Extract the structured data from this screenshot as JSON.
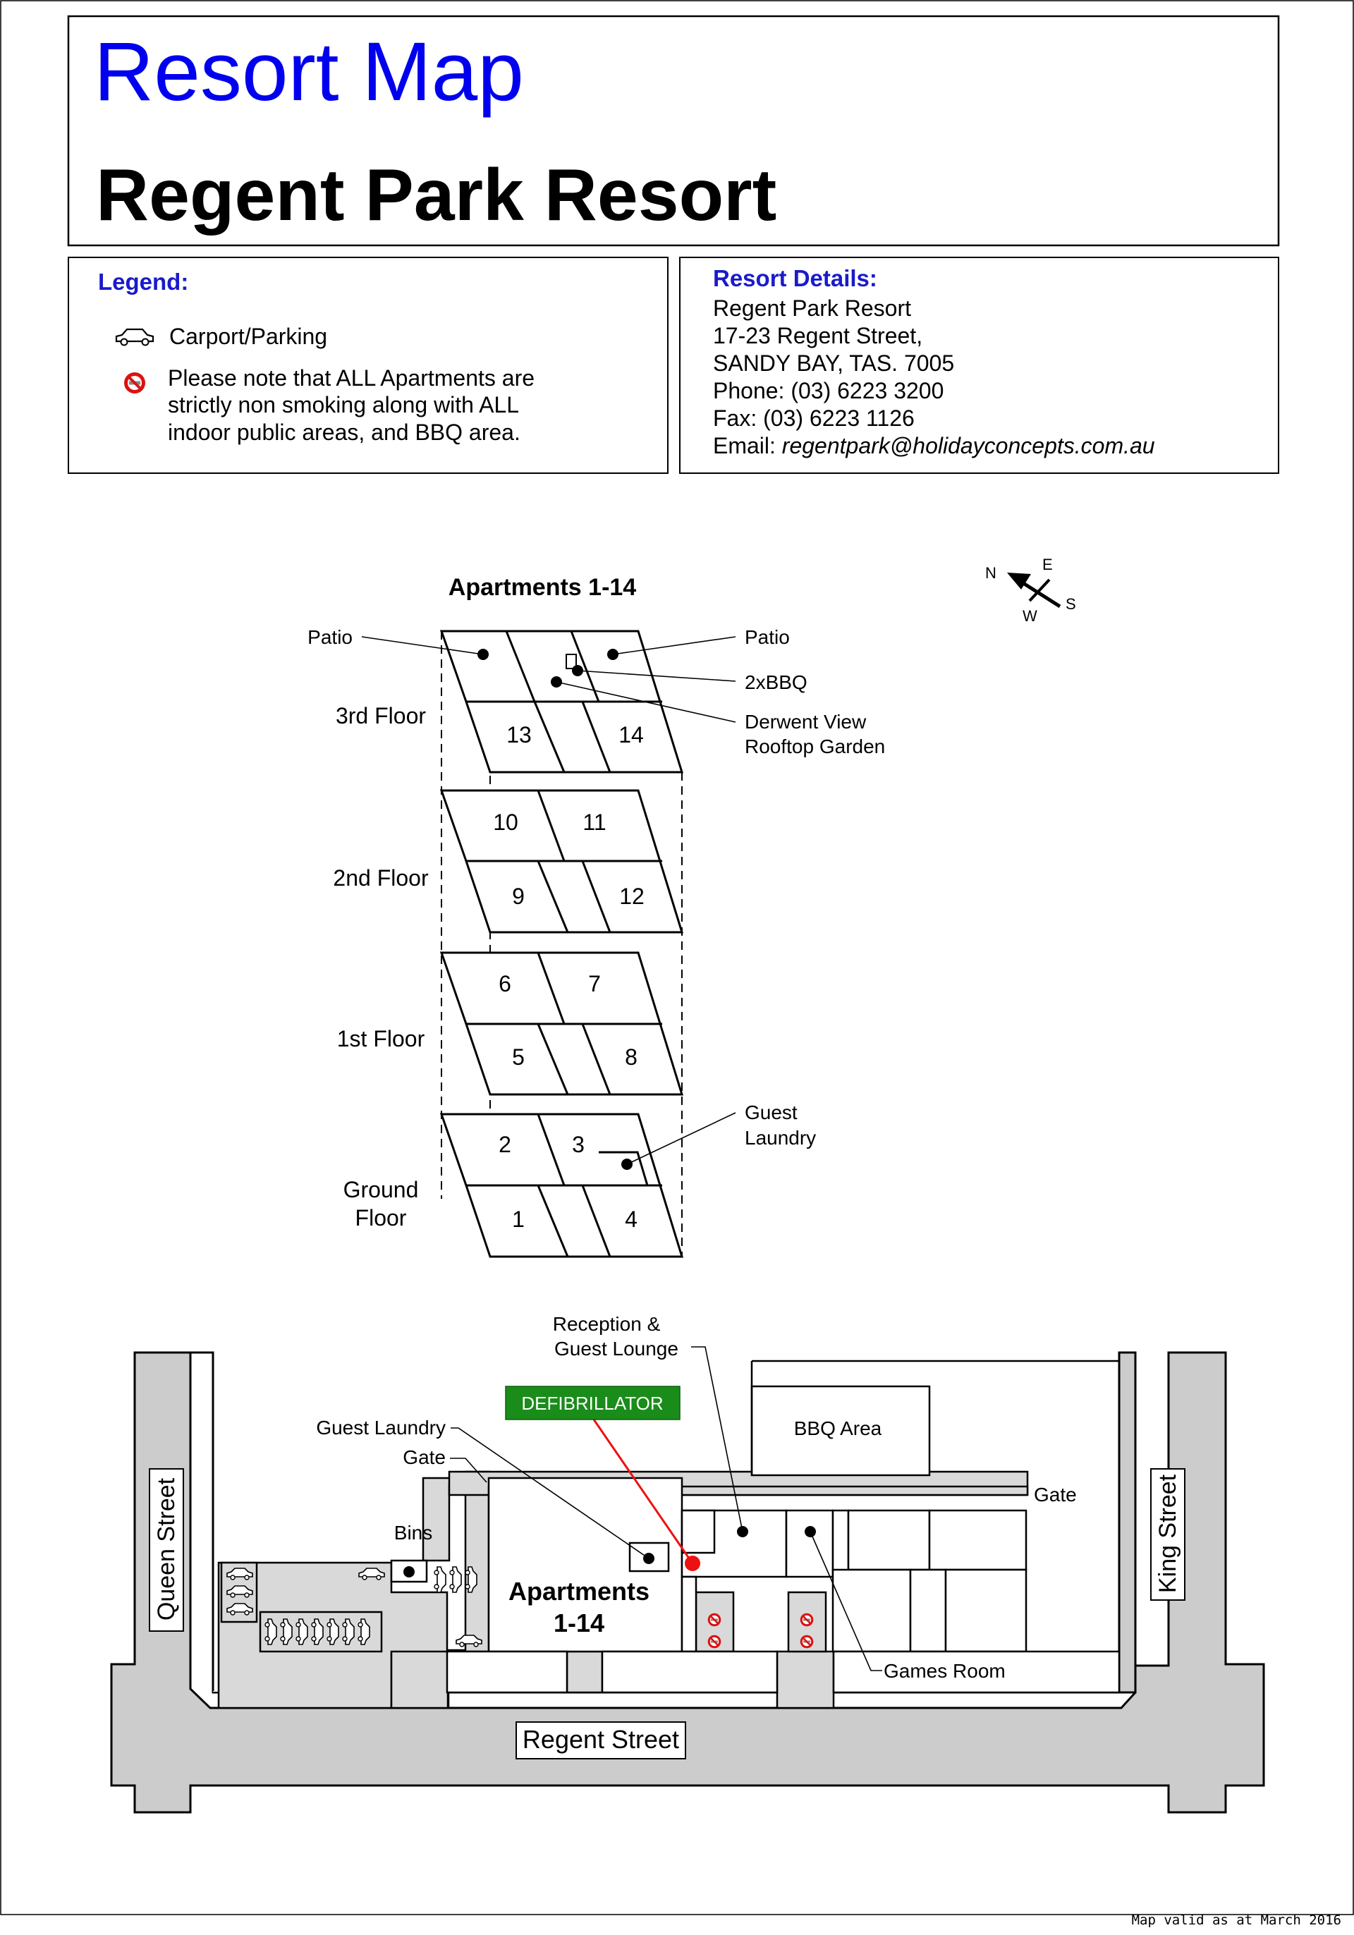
{
  "header": {
    "title": "Resort Map",
    "subtitle": "Regent Park Resort"
  },
  "legend": {
    "heading": "Legend:",
    "parking_label": "Carport/Parking",
    "note_lines": [
      "Please note that ALL Apartments are",
      "strictly non smoking along with ALL",
      "indoor public areas,  and BBQ area."
    ],
    "icons": [
      "car-icon",
      "no-smoking-icon"
    ]
  },
  "resort_details": {
    "heading": "Resort Details:",
    "name": "Regent Park Resort",
    "street": "17-23 Regent Street,",
    "town": "SANDY BAY, TAS. 7005",
    "phone": "Phone: (03) 6223 3200",
    "fax": "Fax: (03) 6223 1126",
    "email_label": "Email: ",
    "email": "regentpark@holidayconcepts.com.au"
  },
  "compass": {
    "n": "N",
    "e": "E",
    "s": "S",
    "w": "W"
  },
  "apartments_diagram": {
    "title": "Apartments 1-14",
    "floors": {
      "third": "3rd Floor",
      "second": "2nd Floor",
      "first": "1st Floor",
      "ground_line1": "Ground",
      "ground_line2": "Floor"
    },
    "units": {
      "u1": "1",
      "u2": "2",
      "u3": "3",
      "u4": "4",
      "u5": "5",
      "u6": "6",
      "u7": "7",
      "u8": "8",
      "u9": "9",
      "u10": "10",
      "u11": "11",
      "u12": "12",
      "u13": "13",
      "u14": "14"
    },
    "callouts": {
      "patio_left": "Patio",
      "patio_right": "Patio",
      "bbq": "2xBBQ",
      "garden_line1": "Derwent View",
      "garden_line2": "Rooftop Garden",
      "laundry_line1": "Guest",
      "laundry_line2": "Laundry"
    }
  },
  "site_plan": {
    "streets": {
      "queen": "Queen Street",
      "king": "King Street",
      "regent": "Regent Street"
    },
    "labels": {
      "reception_line1": "Reception &",
      "reception_line2": "Guest Lounge",
      "defibrillator": "DEFIBRILLATOR",
      "guest_laundry": "Guest Laundry",
      "gate_left": "Gate",
      "gate_right": "Gate",
      "bbq_area": "BBQ Area",
      "bins": "Bins",
      "apartments_line1": "Apartments",
      "apartments_line2": "1-14",
      "games_room": "Games Room"
    },
    "colors": {
      "street": "#cccccc",
      "paving": "#d9d9d9",
      "defibrillator_bg": "#1a8c1a",
      "defibrillator_marker": "#ee1111",
      "no_smoking": "#dd1111"
    }
  },
  "footer": {
    "validity": "Map valid as at March 2016"
  },
  "colors": {
    "title_blue": "#0000ee",
    "heading_blue": "#1a1acc"
  }
}
